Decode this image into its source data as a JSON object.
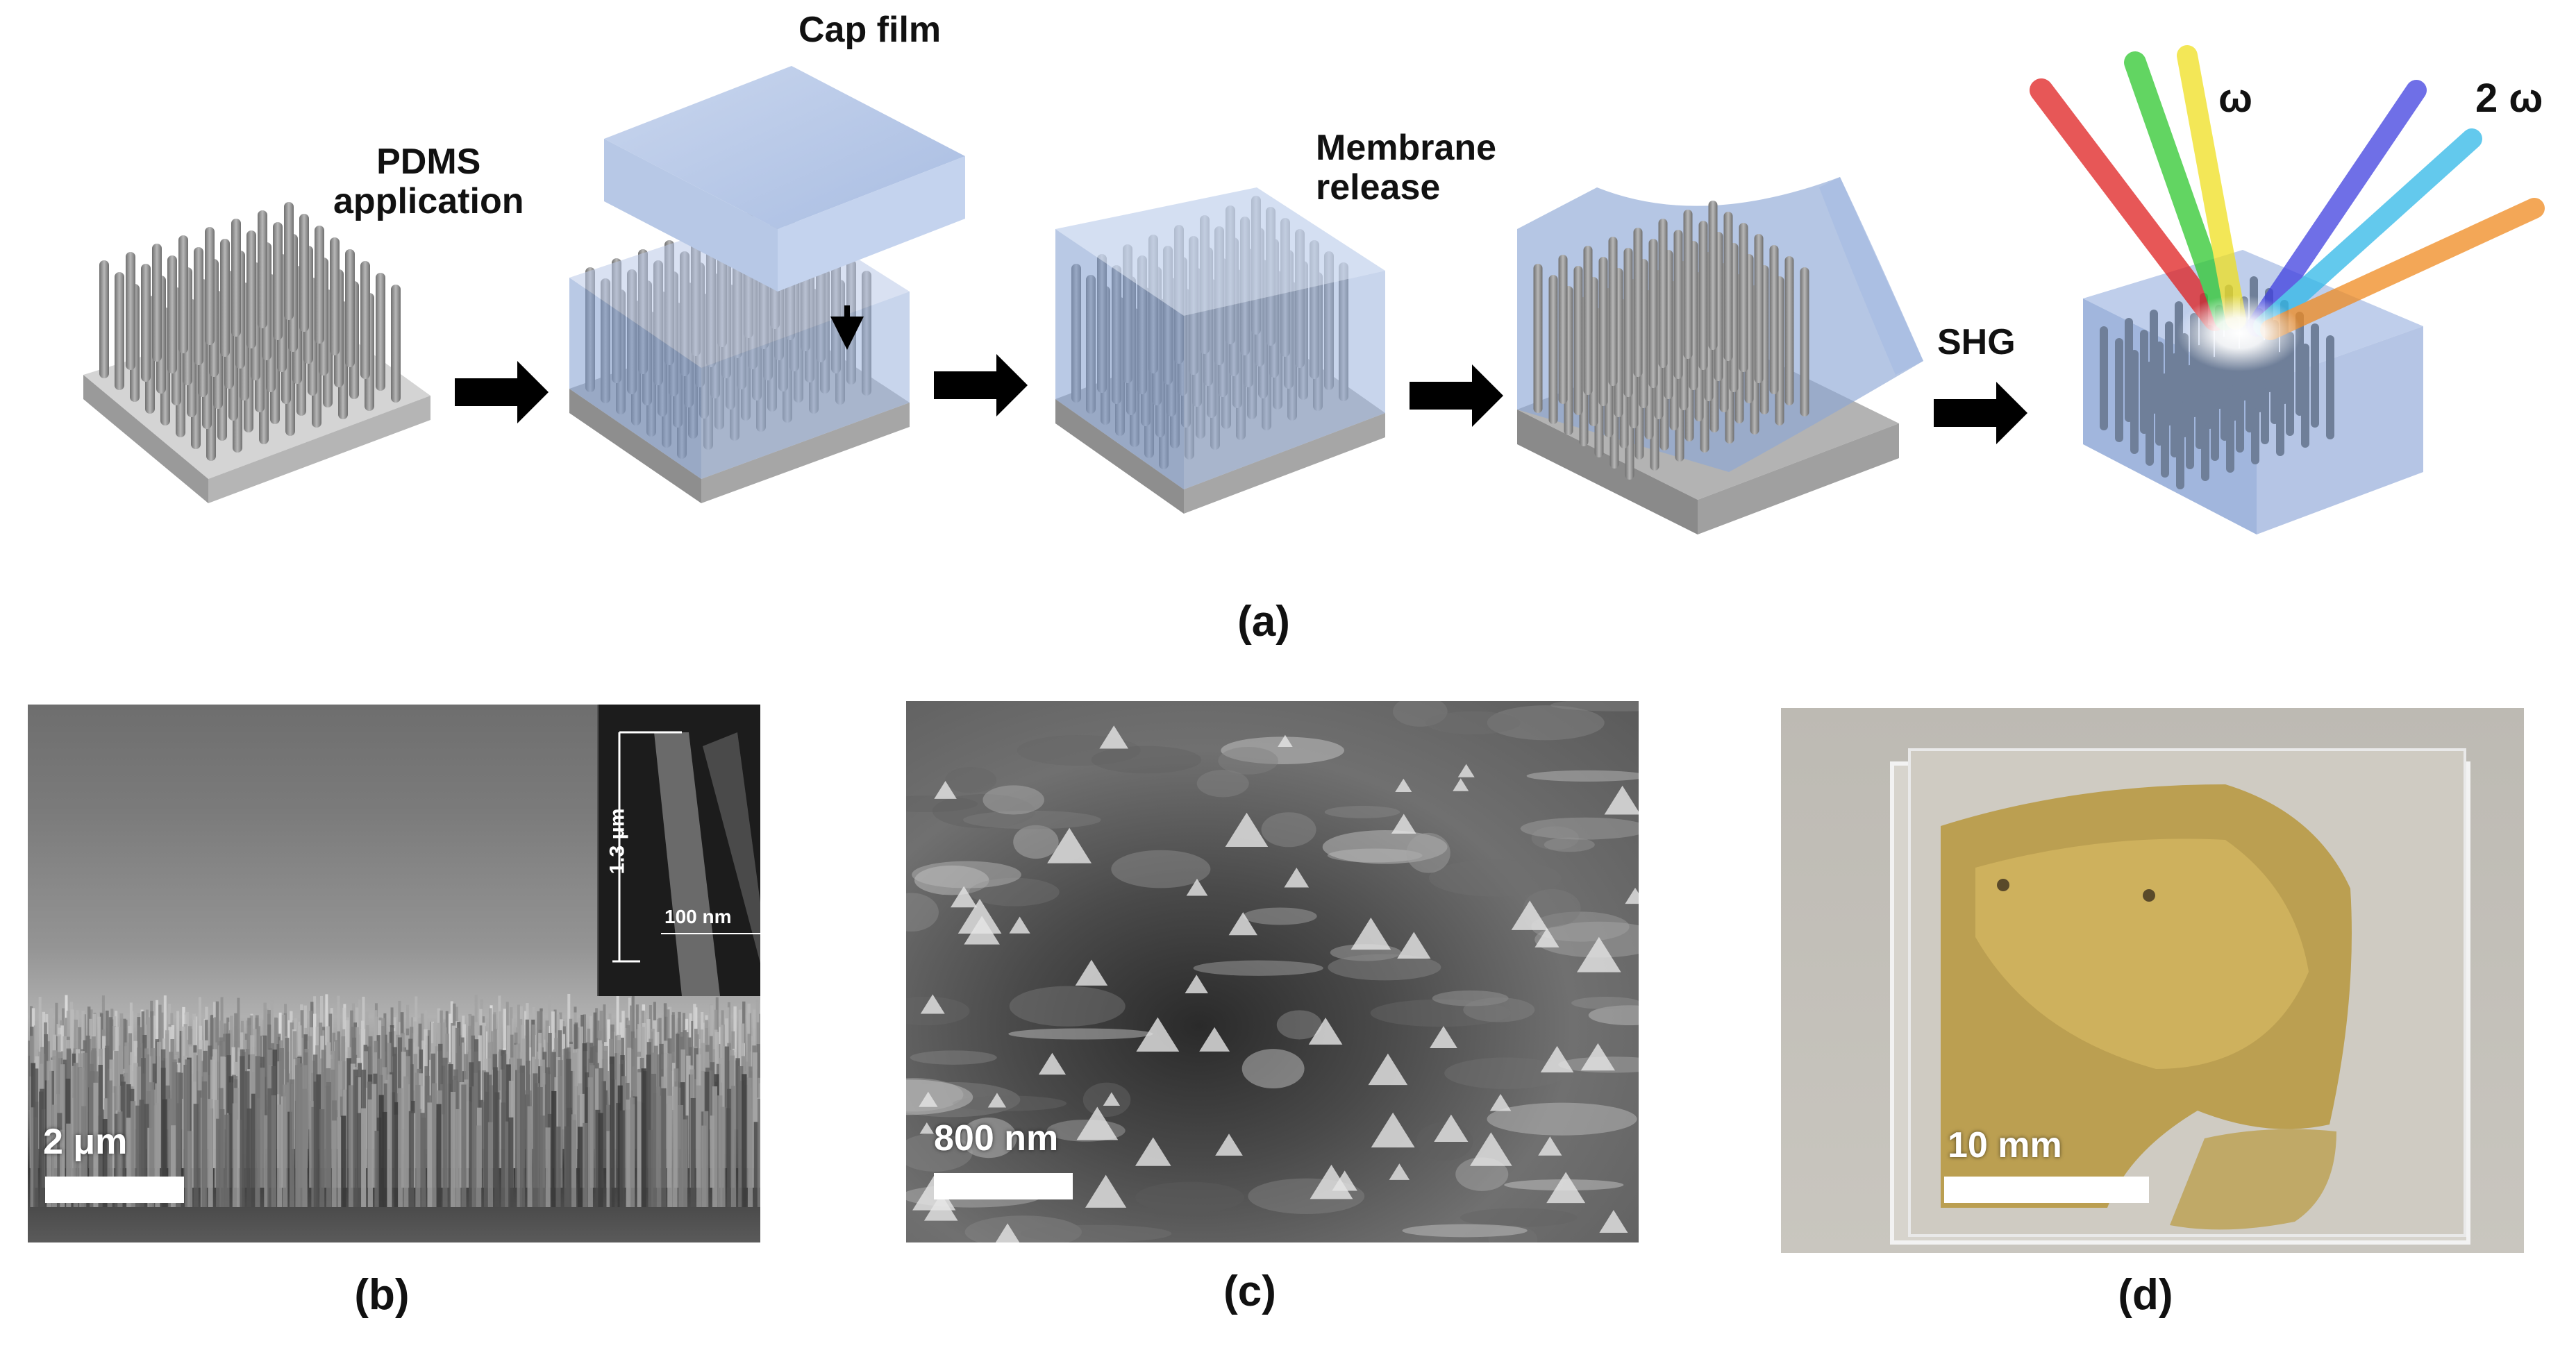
{
  "schematic": {
    "step_labels": {
      "pdms": "PDMS\napplication",
      "cap_film": "Cap film",
      "membrane_release": "Membrane\nrelease",
      "shg": "SHG",
      "omega": "ω",
      "two_omega": "2 ω"
    },
    "caption": "(a)",
    "colors": {
      "substrate": "#a9a9a9",
      "pdms": "#8aa6d4",
      "rods": "#8c8c8c",
      "arrow": "#000000"
    }
  },
  "sem_tilted": {
    "caption": "(b)",
    "scale_bar": "2 μm",
    "inset_height": "1.3 μm",
    "inset_width": "100 nm"
  },
  "sem_membrane": {
    "caption": "(c)",
    "scale_bar": "800 nm"
  },
  "photo": {
    "caption": "(d)",
    "scale_bar": "10 mm"
  }
}
